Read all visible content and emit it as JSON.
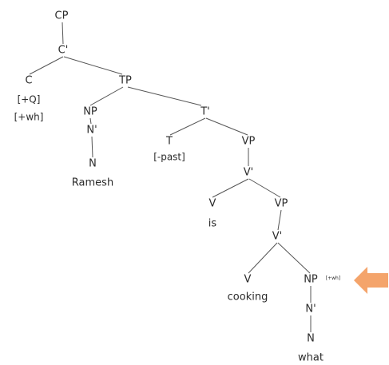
{
  "tree": {
    "nodes": [
      {
        "id": "cp",
        "label": "CP"
      },
      {
        "id": "cbar",
        "label": "C'"
      },
      {
        "id": "c",
        "label": "C"
      },
      {
        "id": "c_q",
        "label": "[+Q]"
      },
      {
        "id": "c_wh",
        "label": "[+wh]"
      },
      {
        "id": "tp",
        "label": "TP"
      },
      {
        "id": "np1",
        "label": "NP"
      },
      {
        "id": "nbar1",
        "label": "N'"
      },
      {
        "id": "n1",
        "label": "N"
      },
      {
        "id": "ramesh",
        "label": "Ramesh"
      },
      {
        "id": "tbar",
        "label": "T'"
      },
      {
        "id": "t",
        "label": "T"
      },
      {
        "id": "t_past",
        "label": "[-past]"
      },
      {
        "id": "vp1",
        "label": "VP"
      },
      {
        "id": "vbar1",
        "label": "V'"
      },
      {
        "id": "v1",
        "label": "V"
      },
      {
        "id": "is",
        "label": "is"
      },
      {
        "id": "vp2",
        "label": "VP"
      },
      {
        "id": "vbar2",
        "label": "V'"
      },
      {
        "id": "v2",
        "label": "V"
      },
      {
        "id": "cooking",
        "label": "cooking"
      },
      {
        "id": "np2",
        "label": "NP"
      },
      {
        "id": "np2_feat",
        "label": "[+wh]"
      },
      {
        "id": "nbar2",
        "label": "N'"
      },
      {
        "id": "n2",
        "label": "N"
      },
      {
        "id": "what",
        "label": "what"
      }
    ],
    "edges": [
      [
        "cp",
        "cbar"
      ],
      [
        "cbar",
        "c"
      ],
      [
        "cbar",
        "tp"
      ],
      [
        "tp",
        "np1"
      ],
      [
        "np1",
        "nbar1"
      ],
      [
        "nbar1",
        "n1"
      ],
      [
        "tp",
        "tbar"
      ],
      [
        "tbar",
        "t"
      ],
      [
        "tbar",
        "vp1"
      ],
      [
        "vp1",
        "vbar1"
      ],
      [
        "vbar1",
        "v1"
      ],
      [
        "vbar1",
        "vp2"
      ],
      [
        "vp2",
        "vbar2"
      ],
      [
        "vbar2",
        "v2"
      ],
      [
        "vbar2",
        "np2"
      ],
      [
        "np2",
        "nbar2"
      ],
      [
        "nbar2",
        "n2"
      ]
    ]
  },
  "colors": {
    "arrow": "#f4a46b",
    "text": "#2b2b2b",
    "edge": "#555555"
  },
  "icons": {
    "arrow": "arrow-left-icon"
  }
}
